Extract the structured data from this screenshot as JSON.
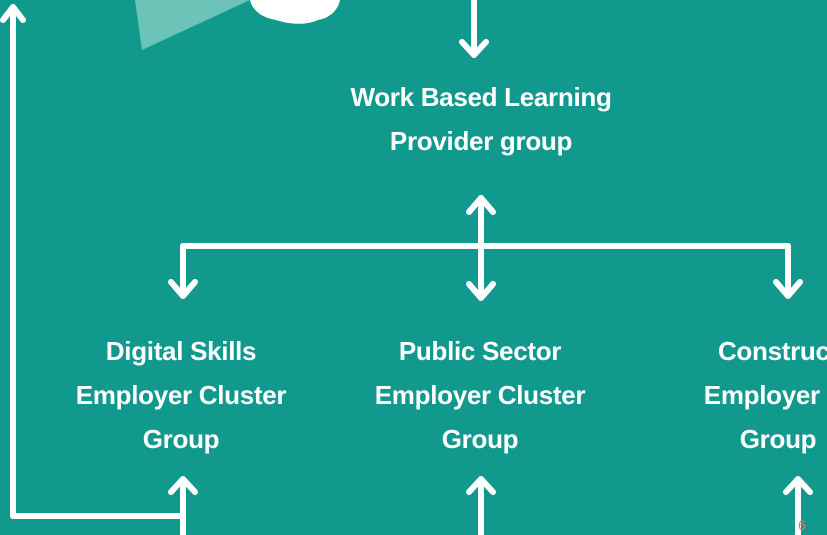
{
  "nodes": {
    "wbl": {
      "line1": "Work Based Learning",
      "line2": "Provider group"
    },
    "digital": {
      "line1": "Digital Skills",
      "line2": "Employer Cluster",
      "line3": "Group"
    },
    "public": {
      "line1": "Public Sector",
      "line2": "Employer Cluster",
      "line3": "Group"
    },
    "construction": {
      "line1": "Construct",
      "line2": "Employer Cl",
      "line3": "Group"
    }
  },
  "page_number": "6",
  "colors": {
    "background": "#12998d",
    "foreground": "#ffffff",
    "decoration": "#6cc3b8",
    "page_number": "#e07a5f"
  }
}
